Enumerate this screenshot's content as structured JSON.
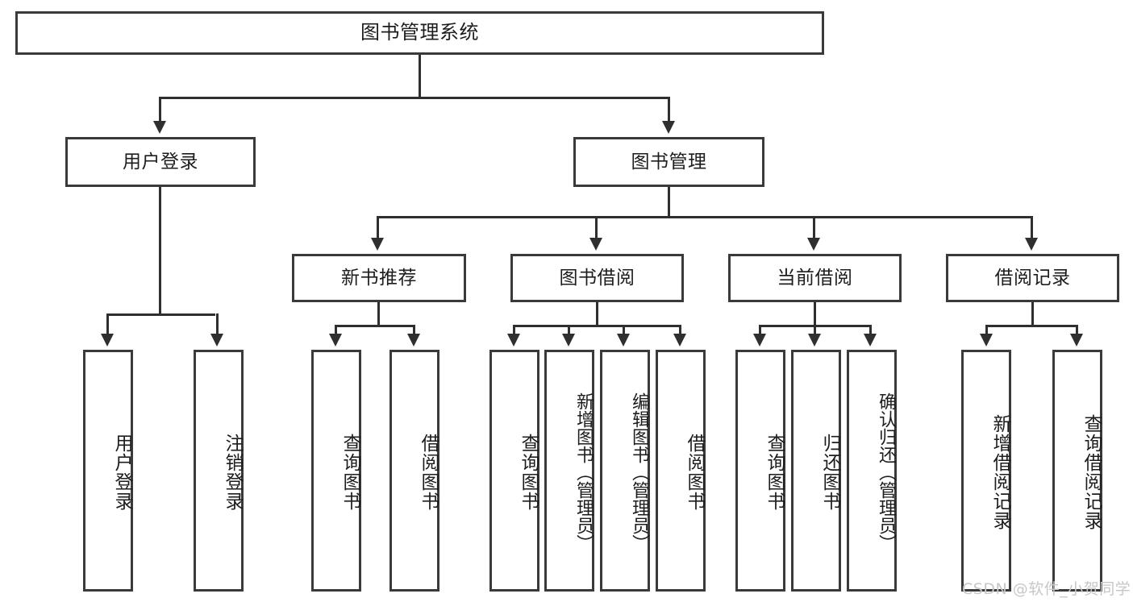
{
  "diagram": {
    "type": "tree",
    "title": "图书管理系统",
    "root": {
      "label": "图书管理系统"
    },
    "level2": [
      {
        "label": "用户登录"
      },
      {
        "label": "图书管理"
      }
    ],
    "level3": [
      {
        "label": "新书推荐"
      },
      {
        "label": "图书借阅"
      },
      {
        "label": "当前借阅"
      },
      {
        "label": "借阅记录"
      }
    ],
    "leaves": {
      "user_login": [
        {
          "label": "用户登录"
        },
        {
          "label": "注销登录"
        }
      ],
      "new_book_recommend": [
        {
          "label": "查询图书"
        },
        {
          "label": "借阅图书"
        }
      ],
      "book_borrow": [
        {
          "label": "查询图书"
        },
        {
          "label": "新增图书（管理员）"
        },
        {
          "label": "编辑图书（管理员）"
        },
        {
          "label": "借阅图书"
        }
      ],
      "current_borrow": [
        {
          "label": "查询图书"
        },
        {
          "label": "归还图书"
        },
        {
          "label": "确认归还（管理员）"
        }
      ],
      "borrow_record": [
        {
          "label": "新增借阅记录"
        },
        {
          "label": "查询借阅记录"
        }
      ]
    }
  },
  "watermark": {
    "text": "CSDN @软件_小贺同学"
  },
  "colors": {
    "border": "#3a3a3a",
    "line": "#2f2f2f",
    "text": "#1d1d1d",
    "background": "#ffffff",
    "watermark": "#c7c7c7"
  }
}
